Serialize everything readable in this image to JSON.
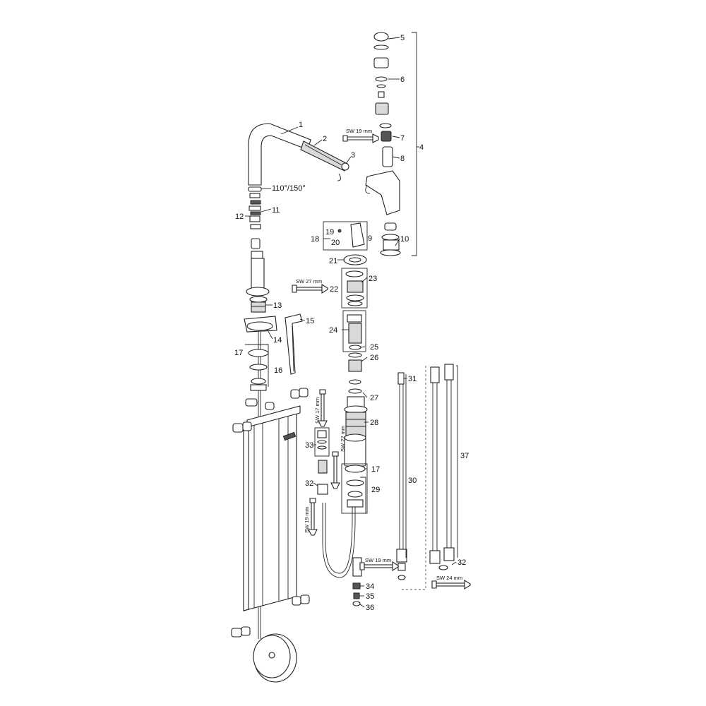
{
  "labels": [
    {
      "id": "1",
      "text": "1"
    },
    {
      "id": "2",
      "text": "2"
    },
    {
      "id": "3",
      "text": "3"
    },
    {
      "id": "4",
      "text": "4"
    },
    {
      "id": "5",
      "text": "5"
    },
    {
      "id": "6",
      "text": "6"
    },
    {
      "id": "7",
      "text": "7"
    },
    {
      "id": "8",
      "text": "8"
    },
    {
      "id": "9",
      "text": "9"
    },
    {
      "id": "10",
      "text": "10"
    },
    {
      "id": "11",
      "text": "11"
    },
    {
      "id": "12",
      "text": "12"
    },
    {
      "id": "13",
      "text": "13"
    },
    {
      "id": "14",
      "text": "14"
    },
    {
      "id": "15",
      "text": "15"
    },
    {
      "id": "16",
      "text": "16"
    },
    {
      "id": "17a",
      "text": "17"
    },
    {
      "id": "17b",
      "text": "17"
    },
    {
      "id": "18",
      "text": "18"
    },
    {
      "id": "19",
      "text": "19"
    },
    {
      "id": "20",
      "text": "20"
    },
    {
      "id": "21",
      "text": "21"
    },
    {
      "id": "22",
      "text": "22"
    },
    {
      "id": "23",
      "text": "23"
    },
    {
      "id": "24",
      "text": "24"
    },
    {
      "id": "25",
      "text": "25"
    },
    {
      "id": "26",
      "text": "26"
    },
    {
      "id": "27",
      "text": "27"
    },
    {
      "id": "28",
      "text": "28"
    },
    {
      "id": "29",
      "text": "29"
    },
    {
      "id": "30",
      "text": "30"
    },
    {
      "id": "31",
      "text": "31"
    },
    {
      "id": "32a",
      "text": "32"
    },
    {
      "id": "32b",
      "text": "32"
    },
    {
      "id": "33",
      "text": "33"
    },
    {
      "id": "34",
      "text": "34"
    },
    {
      "id": "35",
      "text": "35"
    },
    {
      "id": "36",
      "text": "36"
    },
    {
      "id": "37",
      "text": "37"
    }
  ],
  "angle_label": "110°/150°",
  "wrench_labels": {
    "sw19_top": "SW 19 mm",
    "sw27": "SW 27 mm",
    "sw17": "SW 17 mm",
    "sw22": "SW 22 mm",
    "sw19_left": "SW 19 mm",
    "sw19_bottom": "SW 19 mm",
    "sw24": "SW 24 mm"
  }
}
